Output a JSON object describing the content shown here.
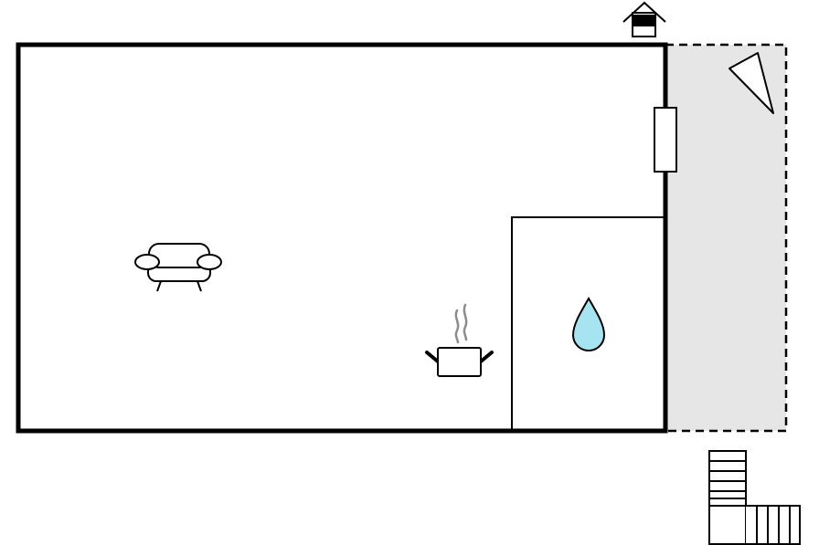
{
  "colors": {
    "background": "#ffffff",
    "wall": "#000000",
    "terrace_fill": "#e6e6e6",
    "water_fill": "#a6e4f2",
    "steam": "#8c8c8c"
  },
  "floorplan": {
    "rooms": [
      {
        "name": "main-room",
        "kind": "living"
      },
      {
        "name": "bathroom",
        "kind": "bathroom"
      },
      {
        "name": "terrace",
        "kind": "outdoor"
      }
    ],
    "icons": [
      {
        "name": "entrance-icon",
        "meaning": "entrance"
      },
      {
        "name": "window-icon",
        "meaning": "window"
      },
      {
        "name": "sofa-icon",
        "meaning": "living area"
      },
      {
        "name": "cooking-pot-icon",
        "meaning": "kitchen"
      },
      {
        "name": "water-drop-icon",
        "meaning": "bathroom"
      },
      {
        "name": "parasol-icon",
        "meaning": "terrace"
      },
      {
        "name": "stairs-icon",
        "meaning": "stairs"
      }
    ]
  }
}
